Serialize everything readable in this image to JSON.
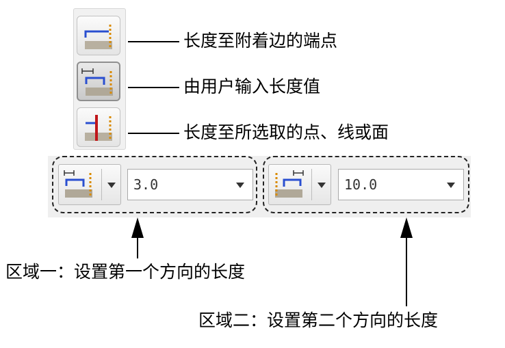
{
  "options": [
    {
      "label": "长度至附着边的端点",
      "icon": "length-to-edge-endpoint-icon"
    },
    {
      "label": "由用户输入长度值",
      "icon": "user-input-length-icon"
    },
    {
      "label": "长度至所选取的点、线或面",
      "icon": "length-to-selected-reference-icon"
    }
  ],
  "zone1": {
    "value": "3.0",
    "caption": "区域一：设置第一个方向的长度"
  },
  "zone2": {
    "value": "10.0",
    "caption": "区域二：设置第二个方向的长度"
  },
  "colors": {
    "accent_blue": "#2a4fd0",
    "accent_red": "#c0161a",
    "dot_orange": "#d98a00",
    "base_gray": "#b8b0a0"
  }
}
